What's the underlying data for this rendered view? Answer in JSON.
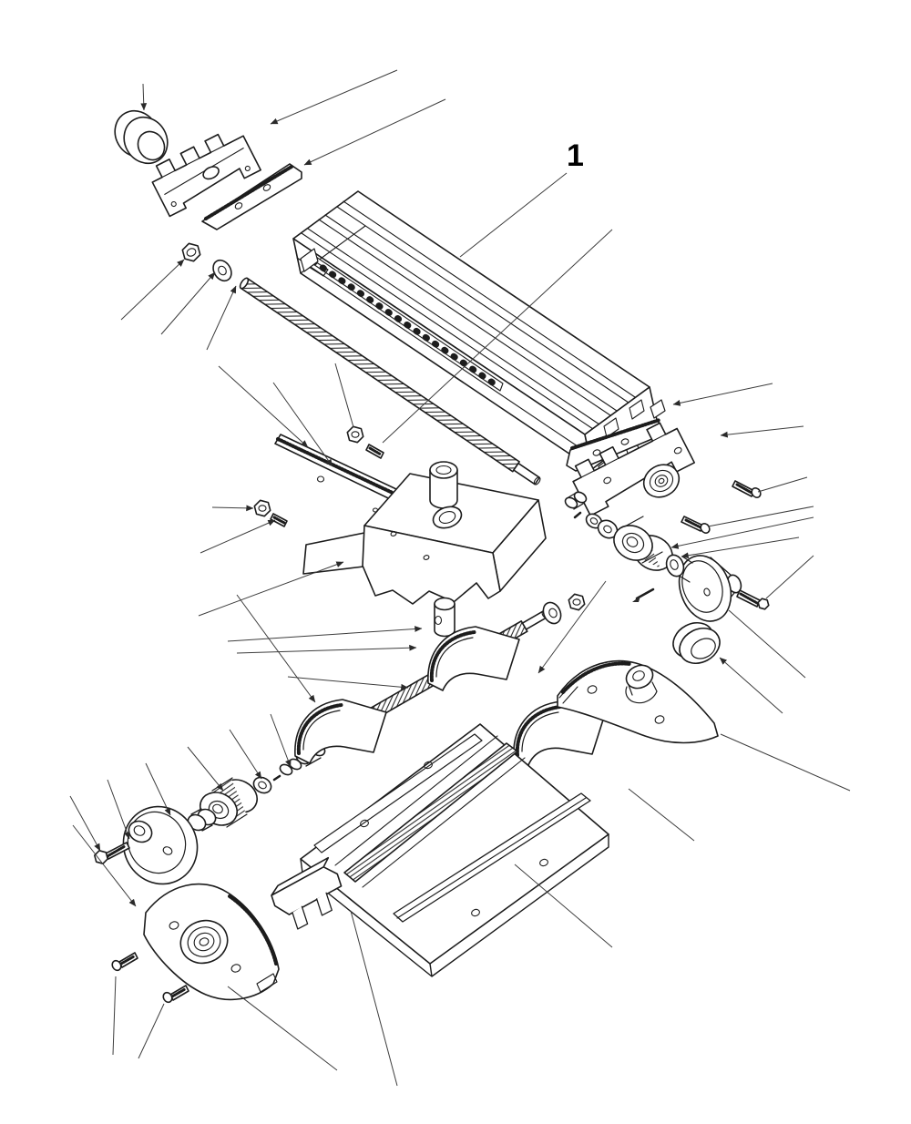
{
  "figure": {
    "type": "exploded-parts-diagram",
    "subject": "cross-slide-table-assembly",
    "style": "isometric-line-drawing",
    "background": "#ffffff",
    "line_color": "#1c1c1c",
    "leader_color": "#3d3d3d"
  },
  "callouts": [
    {
      "label": "1",
      "target": "table-assembly"
    }
  ],
  "parts": [
    {
      "id": "cap-nut-icon",
      "name": "round cap"
    },
    {
      "id": "end-bracket-left-icon",
      "name": "castellated end bracket"
    },
    {
      "id": "gib-plate-left-icon",
      "name": "serrated gib plate"
    },
    {
      "id": "hex-nut-icon",
      "name": "hex nut"
    },
    {
      "id": "washer-icon",
      "name": "flat washer"
    },
    {
      "id": "leadscrew-icon",
      "name": "threaded leadscrew"
    },
    {
      "id": "table-icon",
      "name": "T-slot table with scale"
    },
    {
      "id": "saddle-icon",
      "name": "saddle casting"
    },
    {
      "id": "gib-strip-icon",
      "name": "serrated gib strip"
    },
    {
      "id": "set-screw-icon",
      "name": "set screw"
    },
    {
      "id": "feed-nut-icon",
      "name": "feed nut bushing"
    },
    {
      "id": "end-bracket-right-icon",
      "name": "bearing end bracket"
    },
    {
      "id": "gib-plate-right-icon",
      "name": "serrated gib plate"
    },
    {
      "id": "screw-icon",
      "name": "mounting screw"
    },
    {
      "id": "thrust-washer-icon",
      "name": "thrust washer"
    },
    {
      "id": "spacer-icon",
      "name": "spacer sleeve"
    },
    {
      "id": "dial-icon",
      "name": "knurled graduated dial"
    },
    {
      "id": "handwheel-icon",
      "name": "handwheel with crank"
    },
    {
      "id": "crank-screw-icon",
      "name": "hex crank screw"
    },
    {
      "id": "end-cap-icon",
      "name": "end cap"
    },
    {
      "id": "cross-feed-screw-icon",
      "name": "cross feed screw"
    },
    {
      "id": "way-cover-icon",
      "name": "curved way cover"
    },
    {
      "id": "base-plate-icon",
      "name": "base plate with rack"
    },
    {
      "id": "saddle-clamp-icon",
      "name": "saddle clamp"
    },
    {
      "id": "bearing-bracket-icon",
      "name": "winged bearing bracket"
    },
    {
      "id": "taper-pin-icon",
      "name": "taper pin"
    }
  ]
}
